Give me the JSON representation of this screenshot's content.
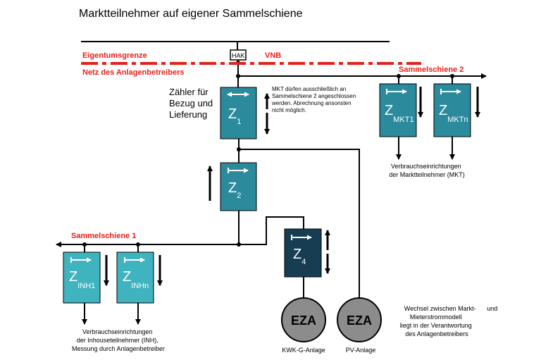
{
  "title": "Marktteilnehmer auf eigener Sammelschiene",
  "labels": {
    "ownership_boundary": "Eigentumsgrenze",
    "hak": "HAK",
    "vnb": "VNB",
    "operator_network": "Netz des Anlagenbetreibers",
    "busbar_2": "Sammelschiene 2",
    "busbar_1": "Sammelschiene 1",
    "meter_z1_caption": [
      "Zähler für",
      "Bezug und",
      "Lieferung"
    ],
    "mkt_note": [
      "MKT dürfen ausschließlich an",
      "Sammelschiene 2 angeschlossen",
      "werden. Abrechnung ansonsten",
      "nicht möglich."
    ],
    "mkt_consumers": [
      "Verbrauchseinrichtungen",
      "der Marktteilnehmer (MKT)"
    ],
    "inh_consumers": [
      "Verbrauchseinrichtungen",
      "der Inhouseteilnehmer (INH),",
      "Messung durch Anlagenbetreiber"
    ],
    "change_note": [
      "Wechsel zwischen Markt-",
      "und",
      "Mieterstrommodell",
      "liegt in der Verantwortung",
      "des Anlagenbetreibers"
    ],
    "kwk": "KWK-G-Anlage",
    "pv": "PV-Anlage"
  },
  "meters": {
    "z1": {
      "main": "Z",
      "sub": "1"
    },
    "z2": {
      "main": "Z",
      "sub": "2"
    },
    "z4": {
      "main": "Z",
      "sub": "4"
    },
    "mkt1": {
      "main": "Z",
      "sub": "MKT1"
    },
    "mktn": {
      "main": "Z",
      "sub": "MKTn"
    },
    "inh1": {
      "main": "Z",
      "sub": "INH1"
    },
    "inhn": {
      "main": "Z",
      "sub": "INHn"
    }
  },
  "generators": {
    "eza1": "EZA",
    "eza2": "EZA"
  },
  "colors": {
    "meter_teal": "#2b8a9c",
    "meter_light": "#3fb3be",
    "meter_dark": "#173d52",
    "boundary_red": "#e8201a",
    "eza_grey": "#8c8c8c"
  }
}
